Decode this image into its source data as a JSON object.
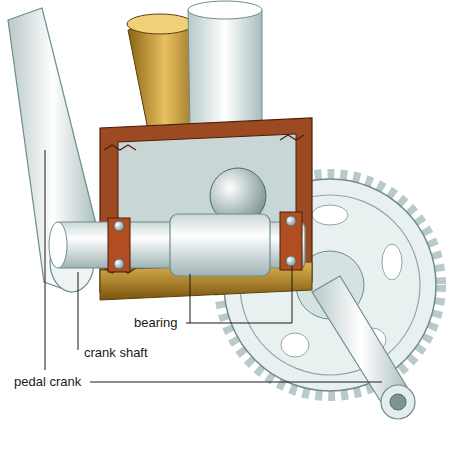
{
  "diagram": {
    "labels": [
      "bearing",
      "crank shaft",
      "pedal crank"
    ]
  }
}
